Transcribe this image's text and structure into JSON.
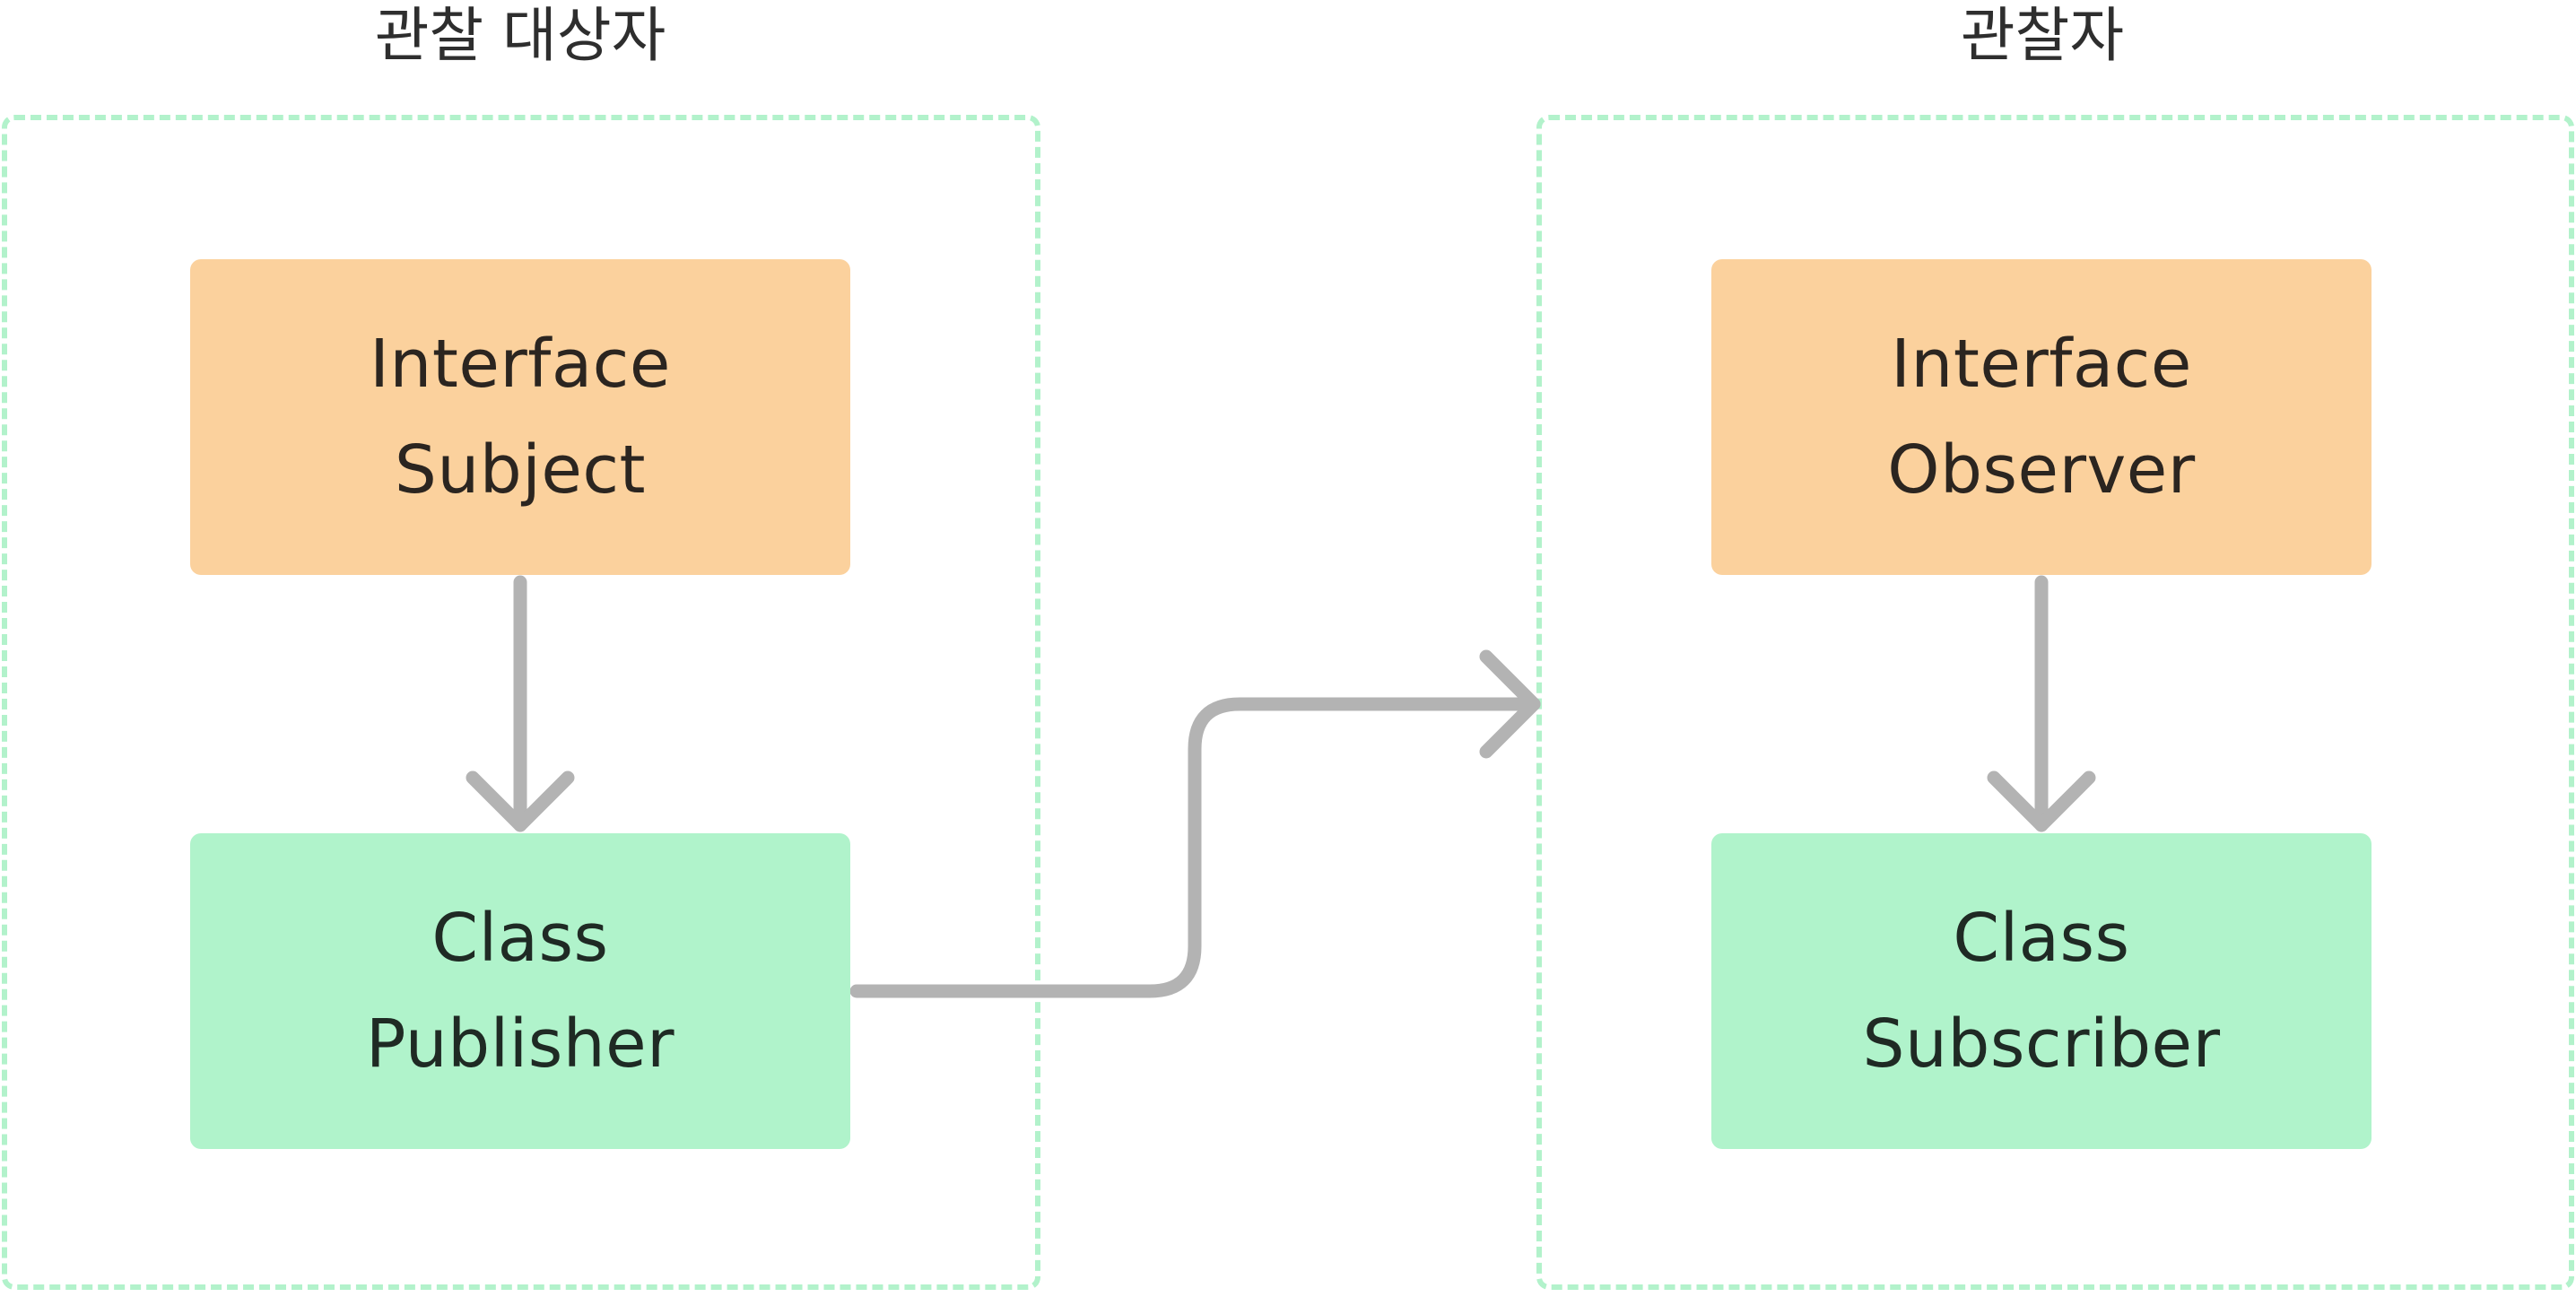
{
  "groups": {
    "subject_side": {
      "title": "관찰 대상자"
    },
    "observer_side": {
      "title": "관찰자"
    }
  },
  "nodes": {
    "interface_subject": {
      "kind": "Interface",
      "name": "Subject"
    },
    "class_publisher": {
      "kind": "Class",
      "name": "Publisher"
    },
    "interface_observer": {
      "kind": "Interface",
      "name": "Observer"
    },
    "class_subscriber": {
      "kind": "Class",
      "name": "Subscriber"
    }
  },
  "colors": {
    "interface_fill": "#fbd19d",
    "class_fill": "#b0f3cb",
    "group_border": "#b2f2cb",
    "connector": "#b3b3b3"
  },
  "edges": [
    {
      "from": "interface_subject",
      "to": "class_publisher"
    },
    {
      "from": "interface_observer",
      "to": "class_subscriber"
    },
    {
      "from": "class_publisher",
      "to": "observer_side"
    }
  ]
}
